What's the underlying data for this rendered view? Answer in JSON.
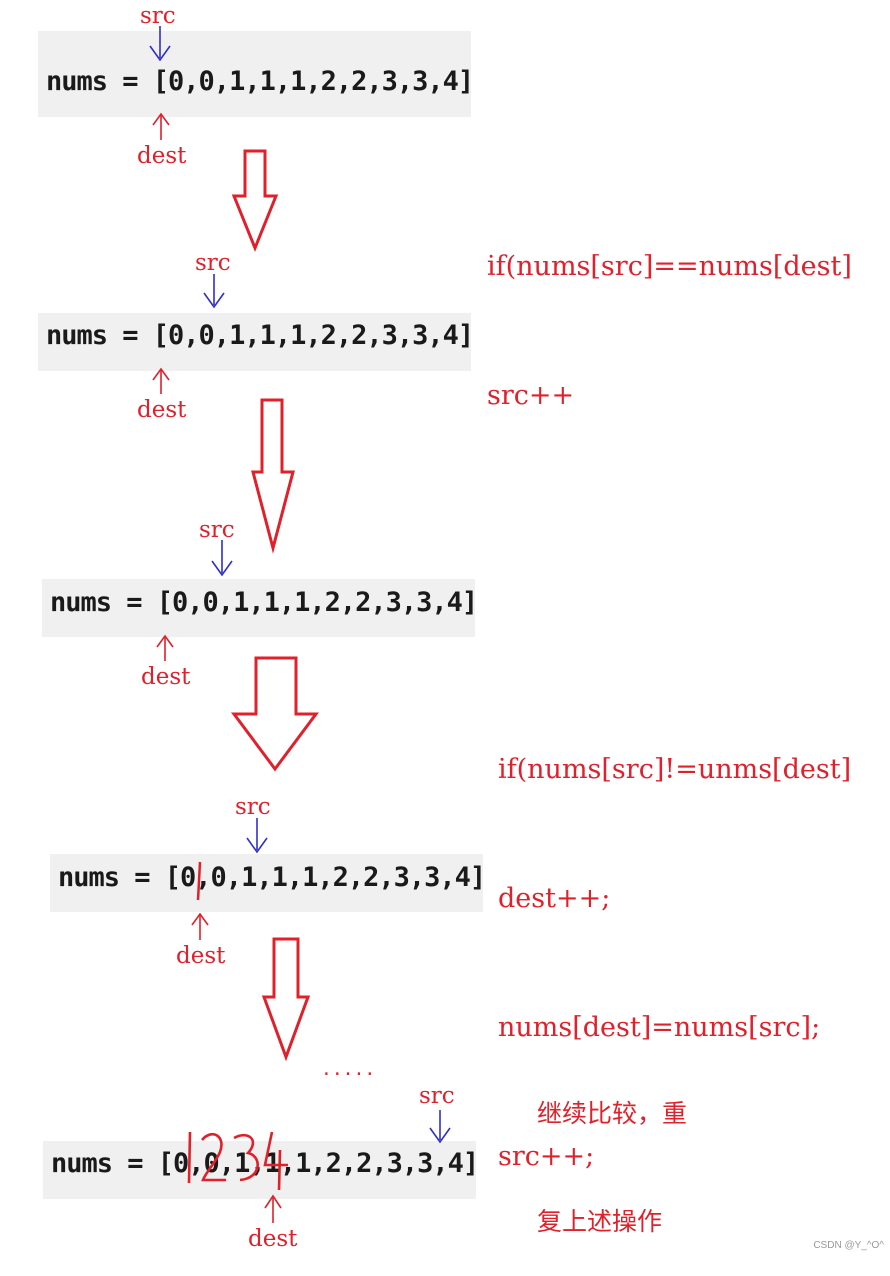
{
  "arrays": [
    {
      "text": "nums = [0,0,1,1,1,2,2,3,3,4]",
      "src_label": "src",
      "dest_label": "dest"
    },
    {
      "text": "nums = [0,0,1,1,1,2,2,3,3,4]",
      "src_label": "src",
      "dest_label": "dest"
    },
    {
      "text": "nums = [0,0,1,1,1,2,2,3,3,4]",
      "src_label": "src",
      "dest_label": "dest"
    },
    {
      "text": "nums = [0,0,1,1,1,2,2,3,3,4]",
      "src_label": "src",
      "dest_label": "dest"
    },
    {
      "text": "nums = [0,0,1,1,1,2,2,3,3,4]",
      "src_label": "src",
      "dest_label": "dest"
    }
  ],
  "notes": {
    "equal_case": [
      "if(nums[src]==nums[dest]",
      "src++"
    ],
    "not_equal_case": [
      "if(nums[src]!=unms[dest]",
      "dest++;",
      "nums[dest]=nums[src];",
      "src++;"
    ],
    "continue": [
      "继续比较，重",
      "复上述操作"
    ],
    "ellipsis": "....."
  },
  "handwritten_digits": "1234",
  "watermark": "CSDN @Y_^O^",
  "colors": {
    "annotation": "#e0202a",
    "src_arrow": "#3030c8",
    "box_bg": "#f0f0f0"
  }
}
